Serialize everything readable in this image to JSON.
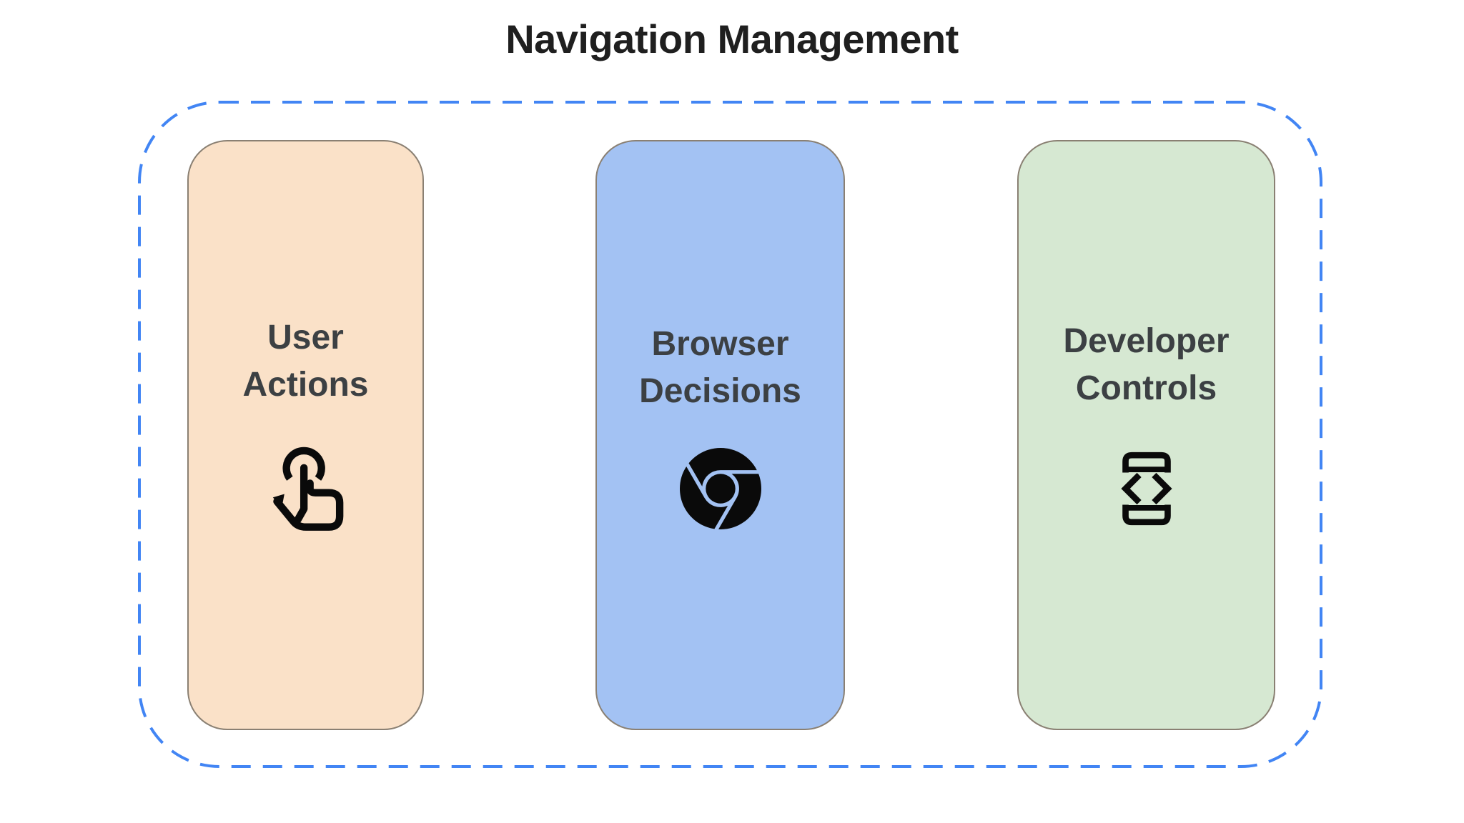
{
  "title": "Navigation Management",
  "diagram": {
    "boundary": {
      "style": "dashed",
      "border_color": "#4285F4"
    },
    "cards": [
      {
        "label": "User Actions",
        "bg": "#FAE1C8",
        "icon": "tap-gesture-icon"
      },
      {
        "label": "Browser Decisions",
        "bg": "#A3C2F3",
        "icon": "chrome-browser-icon"
      },
      {
        "label": "Developer Controls",
        "bg": "#D6E8D2",
        "icon": "developer-mode-icon"
      }
    ]
  },
  "colors": {
    "background": "#FFFFFF",
    "title_text": "#1F1F1F",
    "label_text": "#3C4043",
    "card_border": "#8A8073",
    "dashed_border": "#4285F4",
    "icon": "#0A0A0A"
  }
}
